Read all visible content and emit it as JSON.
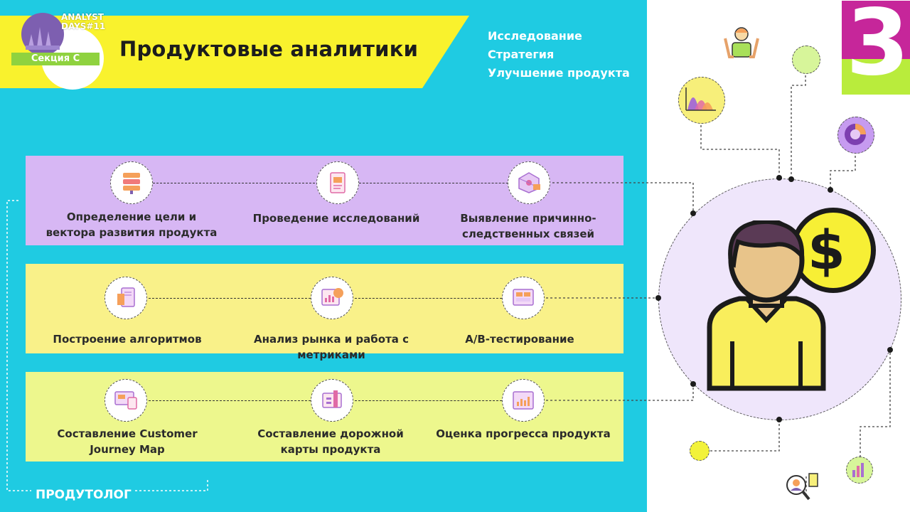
{
  "logo": {
    "text_line1": "ANALYST",
    "text_line2": "DAYS#11",
    "section_badge": "Секция С"
  },
  "header": {
    "title": "Продуктовые аналитики"
  },
  "tags": [
    "Исследование",
    "Стратегия",
    "Улучшение продукта"
  ],
  "rows": [
    {
      "items": [
        {
          "icon": "server-stack-icon",
          "label": "Определение цели и вектора развития продукта"
        },
        {
          "icon": "research-document-icon",
          "label": "Проведение исследований"
        },
        {
          "icon": "network-cube-icon",
          "label": "Выявление причинно-следственных связей"
        }
      ]
    },
    {
      "items": [
        {
          "icon": "algorithm-flow-icon",
          "label": "Построение алгоритмов"
        },
        {
          "icon": "market-metrics-icon",
          "label": "Анализ рынка и работа с метриками"
        },
        {
          "icon": "ab-test-icon",
          "label": "A/B-тестирование"
        }
      ]
    },
    {
      "items": [
        {
          "icon": "customer-journey-icon",
          "label": "Составление Customer Journey Map"
        },
        {
          "icon": "roadmap-icon",
          "label": "Составление дорожной карты продукта"
        },
        {
          "icon": "progress-chart-icon",
          "label": "Оценка прогресса продукта"
        }
      ]
    }
  ],
  "footer": {
    "label": "ПРОДУТОЛОГ"
  },
  "slide_number": "3",
  "persona": {
    "coin_symbol": "$"
  },
  "colors": {
    "left_bg": "#1fcbe2",
    "title_band": "#f9f22d",
    "row1": "#d7b7f4",
    "row2": "#f9f189",
    "row3": "#edf78d",
    "number_magenta": "#c6269a",
    "number_green": "#b9ec3c"
  }
}
